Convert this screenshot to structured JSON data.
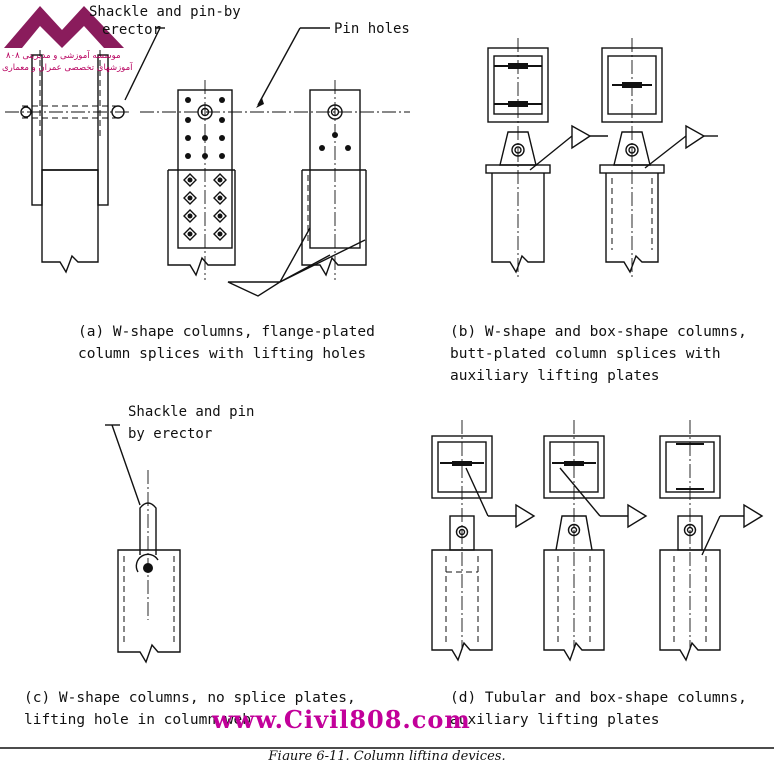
{
  "labels": {
    "shackle_top": "Shackle and pin-by",
    "shackle_top_2": "erector",
    "pin_holes": "Pin holes",
    "shackle_c": "Shackle and pin",
    "shackle_c_2": "by erector"
  },
  "captions": {
    "a1": "(a) W-shape columns, flange-plated",
    "a2": "column splices with lifting holes",
    "b1": "(b) W-shape and box-shape columns,",
    "b2": "butt-plated column splices with",
    "b3": "auxiliary lifting plates",
    "c1": "(c) W-shape columns, no splice plates,",
    "c2": "lifting hole in column web",
    "d1": "(d) Tubular and box-shape columns,",
    "d2": "auxiliary lifting plates"
  },
  "logo": {
    "line1": "موسسه آموزشی و مدیریتی ۸۰۸",
    "line2": "آموزشهای تخصصی عمران و معماری",
    "color": "#b8005f"
  },
  "watermark": {
    "text": "www.Civil808.com",
    "color": "#c2009a"
  },
  "figure_caption": "Figure 6-11. Column lifting devices."
}
